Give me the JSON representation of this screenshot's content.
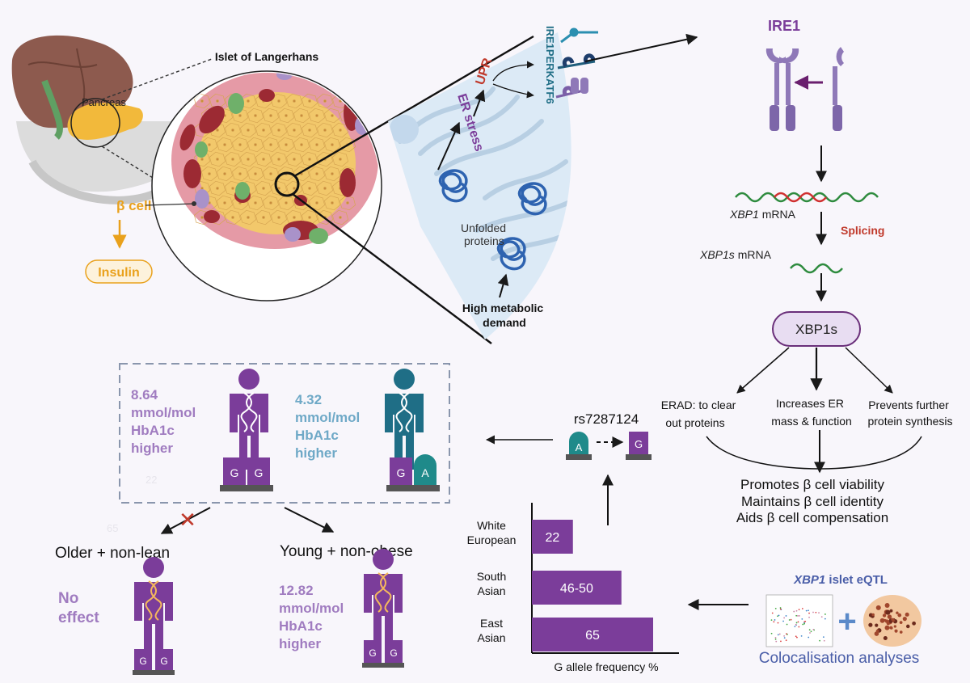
{
  "anatomy": {
    "pancreas_label": "Pancreas",
    "islet_title": "Islet of Langerhans",
    "beta_cell_label": "β cell",
    "insulin_label": "Insulin"
  },
  "er_panel": {
    "er_stress": "ER stress",
    "upr": "UPR",
    "sensors": "IRE1PERKATF6",
    "unfolded_proteins": "Unfolded\nproteins",
    "high_demand": "High metabolic\ndemand"
  },
  "ire1_pathway": {
    "ire1_label": "IRE1",
    "xbp1_mrna_italic": "XBP1",
    "xbp1_mrna_suffix": " mRNA",
    "splicing": "Splicing",
    "xbp1s_mrna_italic": "XBP1s",
    "xbp1s_mrna_suffix": " mRNA",
    "xbp1s_protein": "XBP1s",
    "outcome_erad": "ERAD: to clear\nout proteins",
    "outcome_er_mass": "Increases ER\nmass & function",
    "outcome_synthesis": "Prevents further\nprotein synthesis",
    "summary": [
      "Promotes  β cell viability",
      "Maintains β cell identity",
      "Aids β cell compensation"
    ]
  },
  "genetics": {
    "snp_id": "rs7287124",
    "allele_a": "A",
    "allele_g": "G",
    "gg_effect": "8.64\nmmol/mol\nHbA1c\nhigher",
    "ga_effect": "4.32\nmmol/mol\nHbA1c\nhigher",
    "faint_22": "22",
    "faint_65": "65",
    "group_older": "Older + non-lean",
    "group_young": "Young + non-obese",
    "no_effect": "No\neffect",
    "young_effect": "12.82\nmmol/mol\nHbA1c\nhigher"
  },
  "chart_data": {
    "type": "bar",
    "orientation": "horizontal",
    "categories": [
      "White\nEuropean",
      "South\nAsian",
      "East\nAsian"
    ],
    "values": [
      22,
      48,
      65
    ],
    "value_labels": [
      "22",
      "46-50",
      "65"
    ],
    "xlabel": "G allele frequency %",
    "bar_color": "#7b3d9a"
  },
  "eqtl": {
    "title_italic": "XBP1",
    "title_suffix": " islet eQTL",
    "colocalisation": "Colocalisation analyses"
  },
  "colors": {
    "accent_purple": "#7b3d9a",
    "light_purple": "#a07cc0",
    "teal": "#1f6e86",
    "orange": "#e9a11c",
    "red": "#c0392b"
  }
}
